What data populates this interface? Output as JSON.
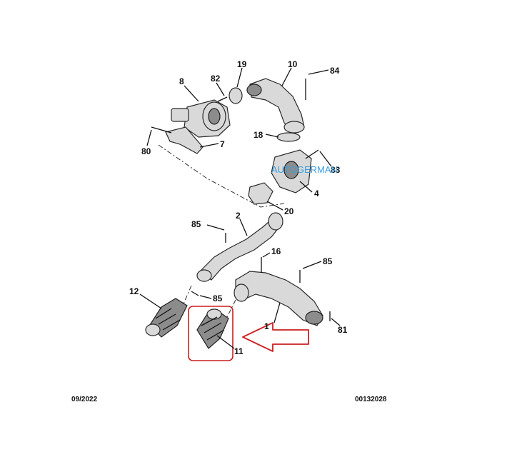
{
  "callouts": {
    "c1": "1",
    "c2": "2",
    "c4": "4",
    "c7": "7",
    "c8": "8",
    "c10": "10",
    "c11": "11",
    "c12": "12",
    "c16": "16",
    "c18": "18",
    "c19": "19",
    "c20": "20",
    "c80": "80",
    "c81": "81",
    "c82": "82",
    "c83": "83",
    "c84": "84",
    "c85a": "85",
    "c85b": "85",
    "c85c": "85"
  },
  "watermark": "AUTOGERMAN",
  "footer": {
    "date": "09/2022",
    "code": "00132028"
  },
  "colors": {
    "highlight": "#cc1f1f",
    "watermark": "#3aa0e0",
    "line": "#111111"
  }
}
